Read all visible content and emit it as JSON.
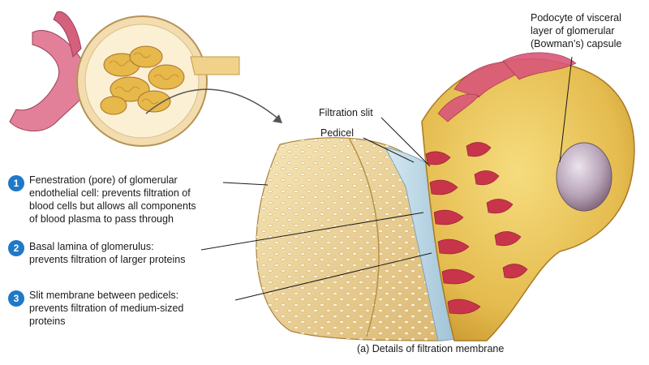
{
  "labels": {
    "podocyte": [
      "Podocyte of visceral",
      "layer of glomerular",
      "(Bowman’s) capsule"
    ],
    "filtration_slit": "Filtration slit",
    "pedicel": "Pedicel"
  },
  "numbered_items": [
    {
      "number": "1",
      "lines": [
        "Fenestration (pore) of glomerular",
        "endothelial cell: prevents filtration of",
        "blood cells but allows all components",
        "of blood plasma to pass through"
      ]
    },
    {
      "number": "2",
      "lines": [
        "Basal lamina of glomerulus:",
        "prevents filtration of larger proteins"
      ]
    },
    {
      "number": "3",
      "lines": [
        "Slit membrane between pedicels:",
        "prevents filtration of medium-sized",
        "proteins"
      ]
    }
  ],
  "caption": "(a) Details of filtration membrane",
  "colors": {
    "badge": "#1f78c8",
    "podocyte": "#e8c45a",
    "pedicel_red": "#c8344a",
    "lamina_blue": "#b9d6e6",
    "endothelium": "#efd9a0"
  }
}
